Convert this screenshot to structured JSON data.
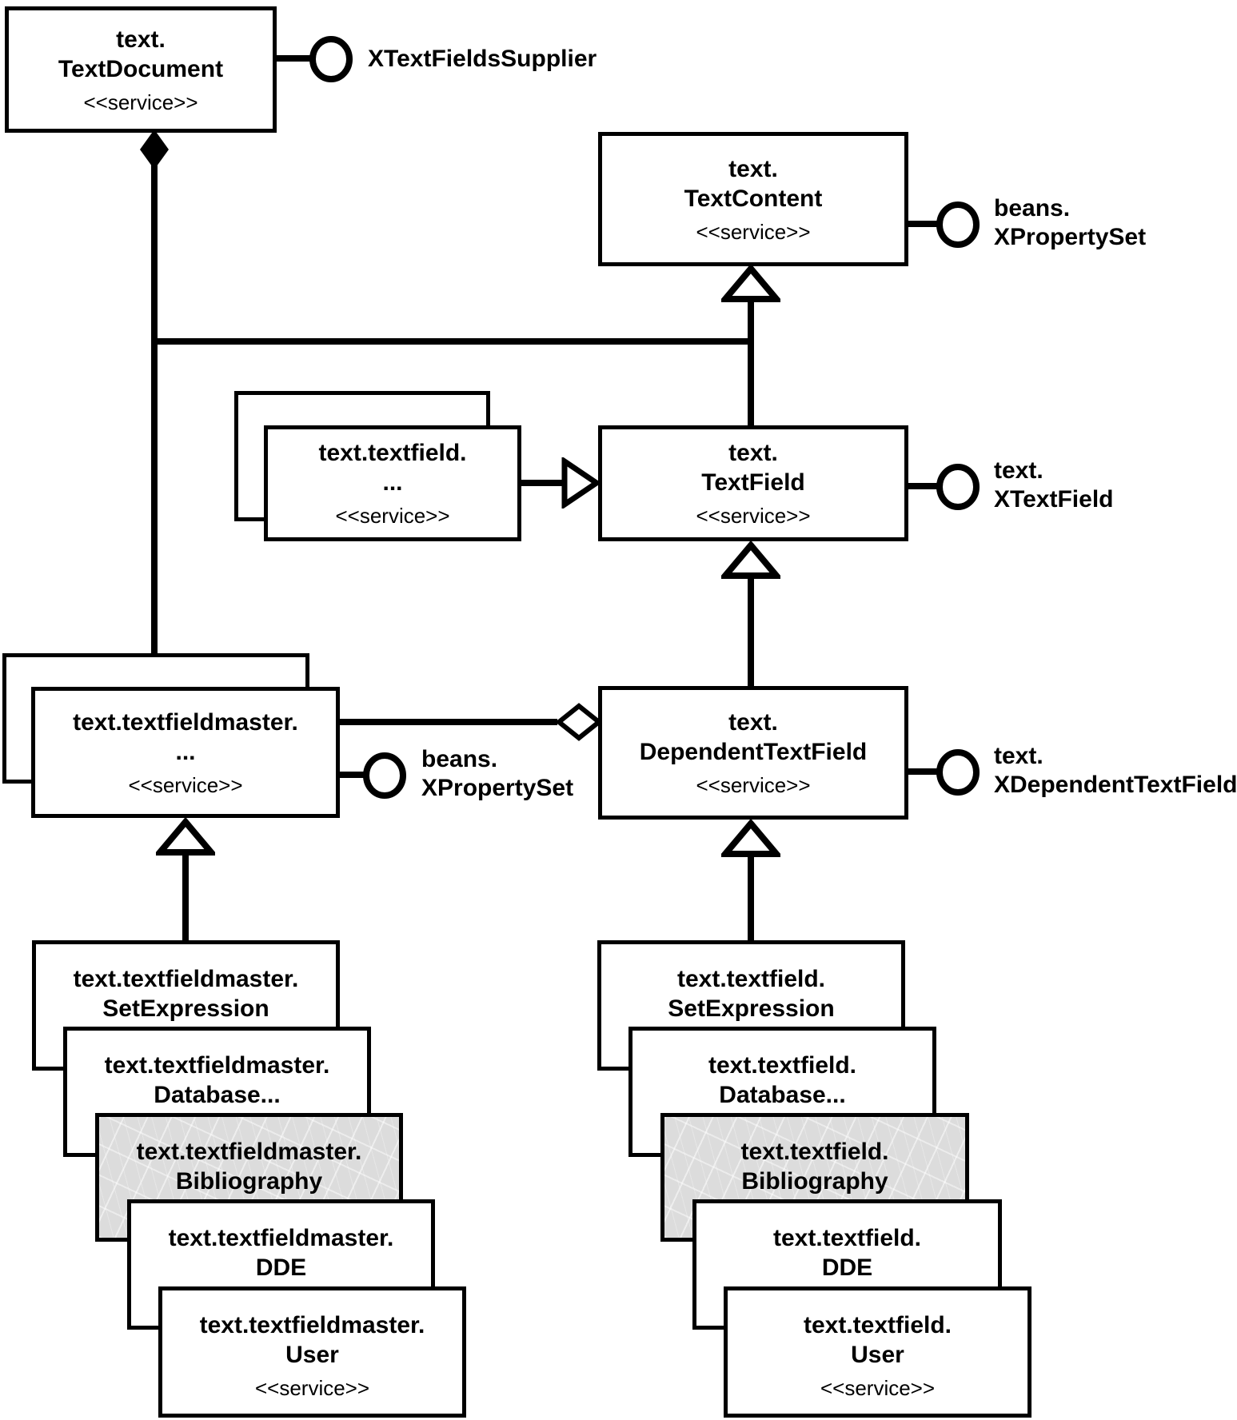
{
  "diagram": {
    "colors": {
      "line": "#000000",
      "box_bg": "#ffffff",
      "shaded_bg": "#dcdcdc"
    },
    "stereotype": "<<service>>",
    "nodes": {
      "doc": {
        "line1": "text.",
        "line2": "TextDocument",
        "svc": "<<service>>"
      },
      "content": {
        "line1": "text.",
        "line2": "TextContent",
        "svc": "<<service>>"
      },
      "tf_generic": {
        "line1": "text.textfield.",
        "line2": "...",
        "svc": "<<service>>"
      },
      "field": {
        "line1": "text.",
        "line2": "TextField",
        "svc": "<<service>>"
      },
      "tm_generic": {
        "line1": "text.textfieldmaster.",
        "line2": "...",
        "svc": "<<service>>"
      },
      "dep": {
        "line1": "text.",
        "line2": "DependentTextField",
        "svc": "<<service>>"
      },
      "m_setexpression": {
        "line1": "text.textfieldmaster.",
        "line2": "SetExpression"
      },
      "m_database": {
        "line1": "text.textfieldmaster.",
        "line2": "Database..."
      },
      "m_bibliography": {
        "line1": "text.textfieldmaster.",
        "line2": "Bibliography"
      },
      "m_dde": {
        "line1": "text.textfieldmaster.",
        "line2": "DDE"
      },
      "m_user": {
        "line1": "text.textfieldmaster.",
        "line2": "User",
        "svc": "<<service>>"
      },
      "f_setexpression": {
        "line1": "text.textfield.",
        "line2": "SetExpression"
      },
      "f_database": {
        "line1": "text.textfield.",
        "line2": "Database..."
      },
      "f_bibliography": {
        "line1": "text.textfield.",
        "line2": "Bibliography"
      },
      "f_dde": {
        "line1": "text.textfield.",
        "line2": "DDE"
      },
      "f_user": {
        "line1": "text.textfield.",
        "line2": "User",
        "svc": "<<service>>"
      }
    },
    "interfaces": {
      "supplier": {
        "line1": "XTextFieldsSupplier"
      },
      "content_ps": {
        "line1": "beans.",
        "line2": "XPropertySet"
      },
      "xtextfield": {
        "line1": "text.",
        "line2": "XTextField"
      },
      "master_ps": {
        "line1": "beans.",
        "line2": "XPropertySet"
      },
      "xdep": {
        "line1": "text.",
        "line2": "XDependentTextField"
      }
    }
  }
}
